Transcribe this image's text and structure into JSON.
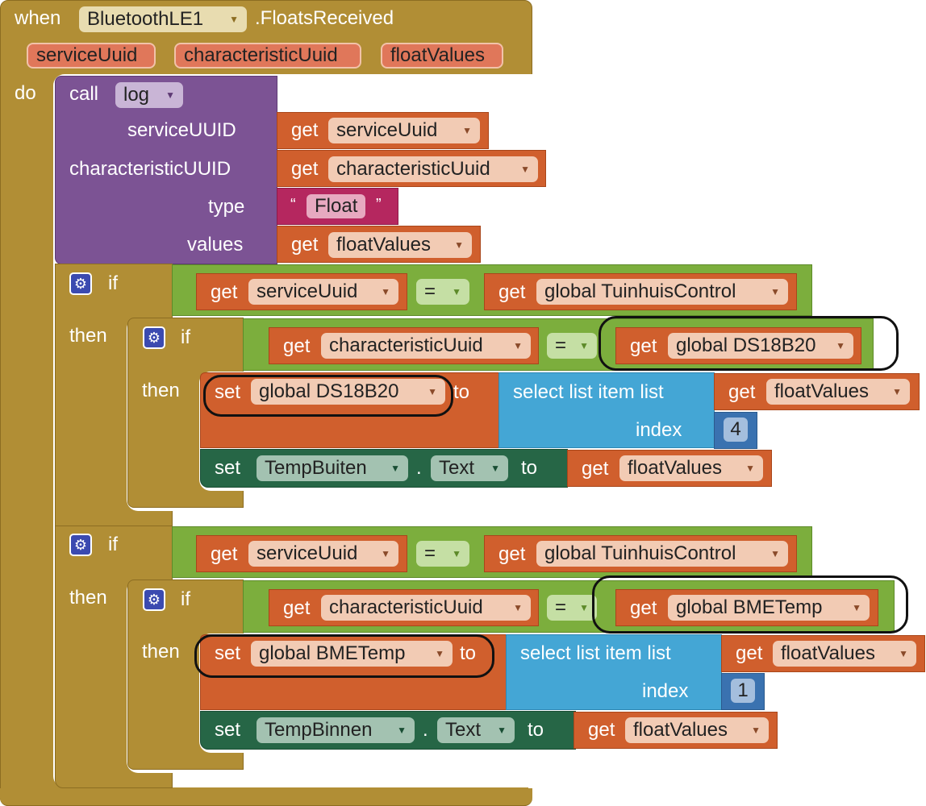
{
  "event": {
    "when": "when",
    "component": "BluetoothLE1",
    "event_name": ".FloatsReceived",
    "params": [
      "serviceUuid",
      "characteristicUuid",
      "floatValues"
    ],
    "do": "do"
  },
  "log_call": {
    "call": "call",
    "proc": "log",
    "arg_labels": [
      "serviceUUID",
      "characteristicUUID",
      "type",
      "values"
    ],
    "get": "get",
    "arg_vars": [
      "serviceUuid",
      "characteristicUuid",
      "floatValues"
    ],
    "type_open_quote": "“",
    "type_value": "Float",
    "type_close_quote": "”"
  },
  "labels": {
    "if": "if",
    "then": "then",
    "get": "get",
    "set": "set",
    "to": "to",
    "eq": "=",
    "dot": ".",
    "select_list_item": "select list item  list",
    "index": "index"
  },
  "blocks": [
    {
      "outer_left": "serviceUuid",
      "outer_right": "global TuinhuisControl",
      "inner_left": "characteristicUuid",
      "inner_right": "global DS18B20",
      "set_var": "global DS18B20",
      "list_var": "floatValues",
      "index": "4",
      "label_component": "TempBuiten",
      "label_prop": "Text",
      "text_value_var": "floatValues"
    },
    {
      "outer_left": "serviceUuid",
      "outer_right": "global TuinhuisControl",
      "inner_left": "characteristicUuid",
      "inner_right": "global BMETemp",
      "set_var": "global BMETemp",
      "list_var": "floatValues",
      "index": "1",
      "label_component": "TempBinnen",
      "label_prop": "Text",
      "text_value_var": "floatValues"
    }
  ]
}
